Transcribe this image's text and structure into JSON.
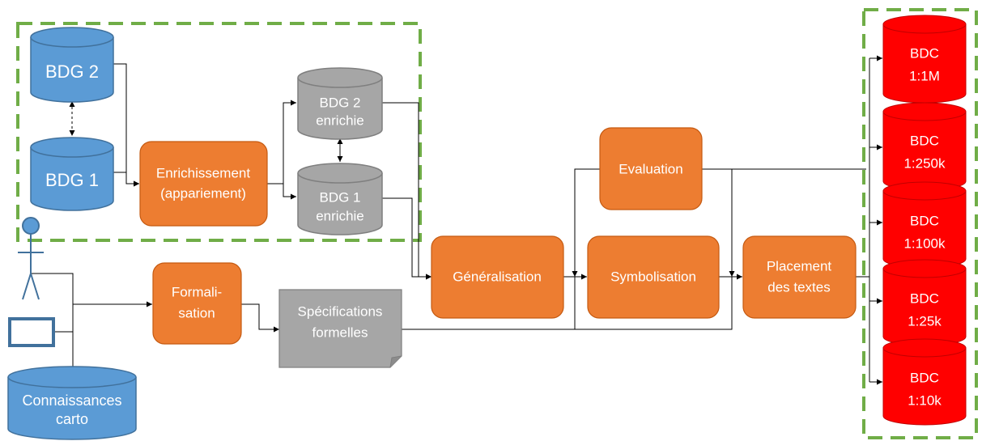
{
  "colors": {
    "blue": "#5B9BD5",
    "blue_stroke": "#41719C",
    "gray": "#A6A6A6",
    "gray_stroke": "#7F7F7F",
    "orange": "#ED7D31",
    "orange_stroke": "#C55A11",
    "red": "#FF0000",
    "red_stroke": "#C00000",
    "dashed_frame": "#70AD47",
    "connector": "#000000"
  },
  "databases": {
    "bdg2": "BDG 2",
    "bdg1": "BDG 1",
    "bdg2_enrichie": [
      "BDG 2",
      "enrichie"
    ],
    "bdg1_enrichie": [
      "BDG 1",
      "enrichie"
    ],
    "connaissances_carto": [
      "Connaissances",
      "carto"
    ]
  },
  "processes": {
    "enrichissement": [
      "Enrichissement",
      "(appariement)"
    ],
    "formalisation": [
      "Formali-",
      "sation"
    ],
    "generalisation": "Généralisation",
    "evaluation": "Evaluation",
    "symbolisation": "Symbolisation",
    "placement": [
      "Placement",
      "des textes"
    ]
  },
  "document": {
    "specifications": [
      "Spécifications",
      "formelles"
    ]
  },
  "outputs": [
    [
      "BDC",
      "1:1M"
    ],
    [
      "BDC",
      "1:250k"
    ],
    [
      "BDC",
      "1:100k"
    ],
    [
      "BDC",
      "1:25k"
    ],
    [
      "BDC",
      "1:10k"
    ]
  ],
  "icons": {
    "user": "person-icon",
    "computer": "monitor-icon"
  }
}
